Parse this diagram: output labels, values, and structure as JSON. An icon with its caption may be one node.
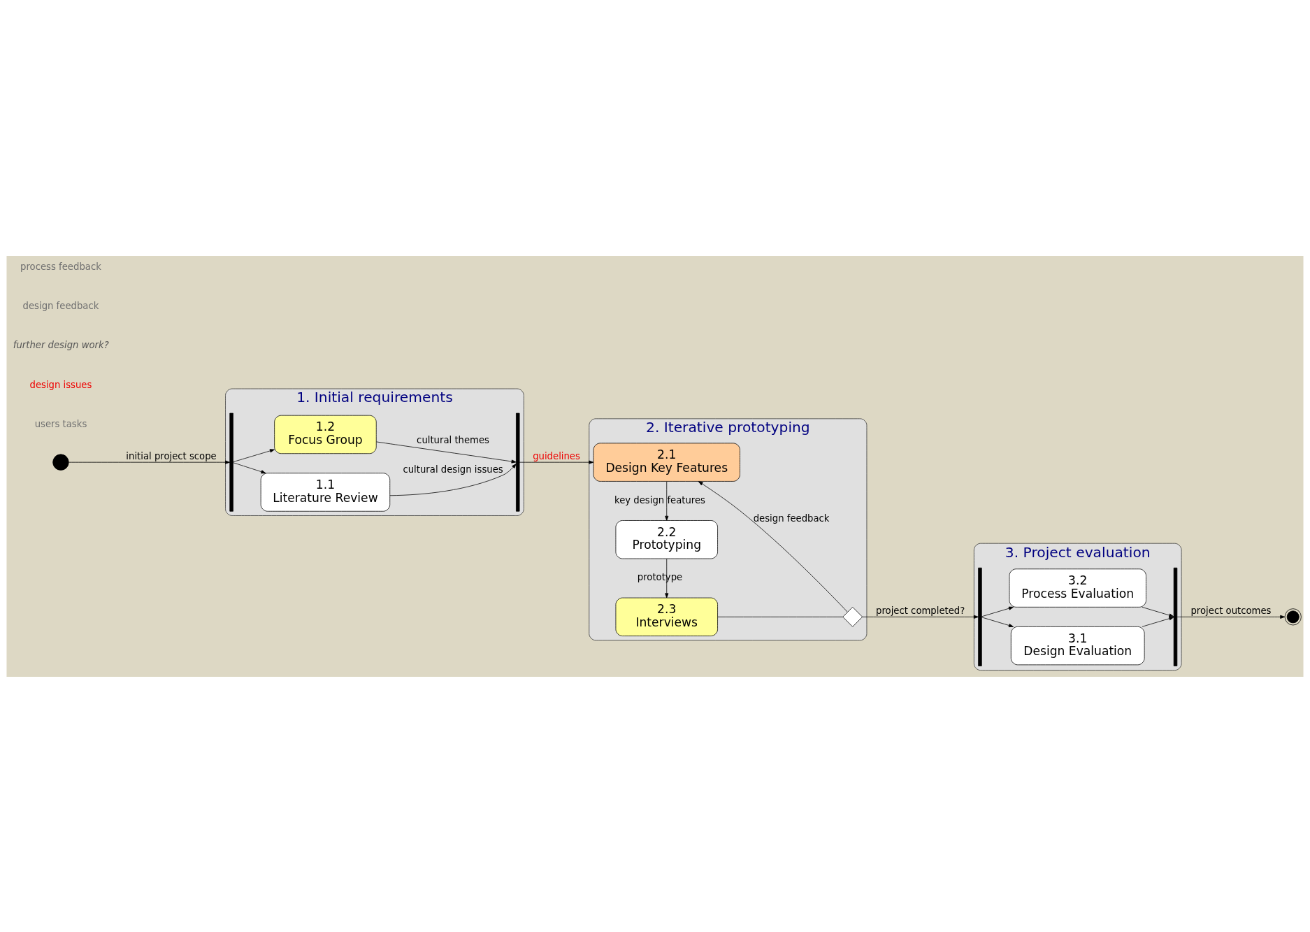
{
  "diagram": {
    "nodes": [
      {
        "text": [
          "1. Initial requirements"
        ]
      },
      {
        "text": [
          "2. Iterative prototyping"
        ]
      },
      {
        "text": [
          "3. Project evaluation"
        ]
      },
      {
        "text": [],
        "shape": "circle"
      },
      {
        "text": [],
        "shape": "bar",
        "in": 0
      },
      {
        "text": [
          "1.1",
          "Literature Review"
        ],
        "in": 0
      },
      {
        "text": [
          "1.2",
          "Focus Group"
        ],
        "in": 0
      },
      {
        "text": [],
        "shape": "bar",
        "in": 0
      },
      {
        "text": [
          "2.1",
          "Design Key Features"
        ],
        "in": 1
      },
      {
        "text": [
          "2.2",
          "Prototyping"
        ],
        "in": 1
      },
      {
        "text": [
          "2.3",
          "Interviews"
        ],
        "in": 1
      },
      {
        "text": [],
        "shape": "diamond",
        "in": 1
      },
      {
        "text": [],
        "shape": "bar",
        "in": 2
      },
      {
        "text": [
          "3.1",
          "Design Evaluation"
        ],
        "in": 2
      },
      {
        "text": [
          "3.2",
          "Process Evaluation"
        ],
        "in": 2
      },
      {
        "text": [],
        "shape": "bar",
        "in": 2
      },
      {
        "text": [],
        "shape": "circle"
      }
    ],
    "edges": [
      {
        "from": 3,
        "to": 4,
        "arrow": "to",
        "label": "initial project scope"
      },
      {
        "from": 4,
        "to": 5,
        "arrow": "to"
      },
      {
        "from": 4,
        "to": 6,
        "arrow": "to"
      },
      {
        "from": 5,
        "to": 7,
        "arrow": "to",
        "label": "cultural design issues"
      },
      {
        "from": 6,
        "to": 7,
        "arrow": "to",
        "label": "cultural themes"
      },
      {
        "from": 7,
        "to": 8,
        "arrow": "to",
        "label": "guidelines"
      },
      {
        "from": 8,
        "to": 9,
        "arrow": "to",
        "label": "key design features"
      },
      {
        "from": 9,
        "to": 10,
        "arrow": "to",
        "label": "prototype"
      },
      {
        "from": 10,
        "to": 11,
        "arrow": "none"
      },
      {
        "from": 11,
        "to": 8,
        "arrow": "to",
        "label": "design feedback"
      },
      {
        "from": 11,
        "to": 12,
        "arrow": "to",
        "label": "project completed?"
      },
      {
        "from": 12,
        "to": 13,
        "arrow": "to"
      },
      {
        "from": 12,
        "to": 14,
        "arrow": "to"
      },
      {
        "from": 13,
        "to": 15,
        "arrow": "to"
      },
      {
        "from": 14,
        "to": 15,
        "arrow": "to"
      },
      {
        "from": 15,
        "to": 16,
        "arrow": "to",
        "label": "project outcomes"
      }
    ],
    "labels": [
      "users tasks",
      "design issues",
      "further design work?",
      "design feedback",
      "process feedback"
    ]
  }
}
